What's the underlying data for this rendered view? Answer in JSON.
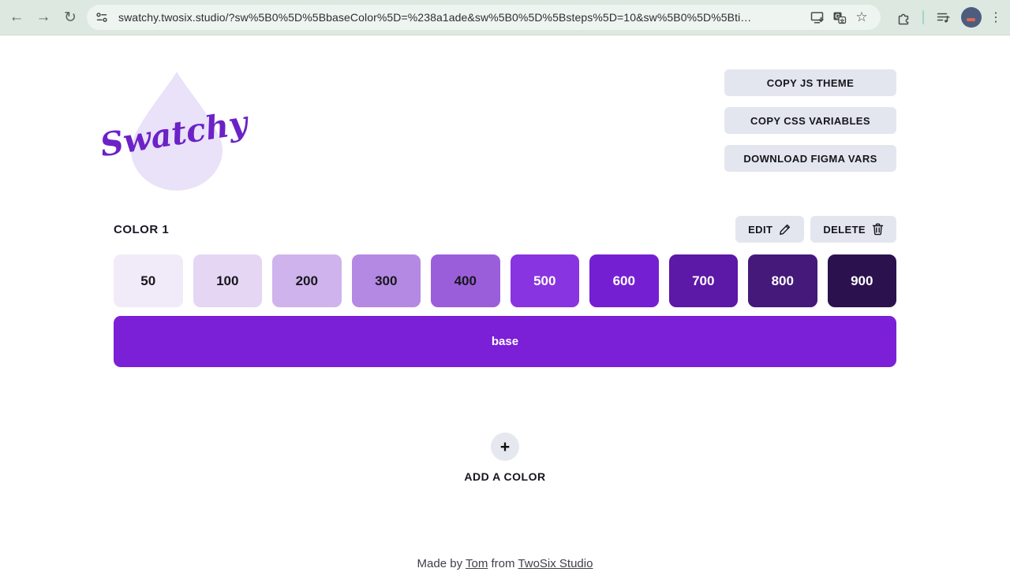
{
  "browser": {
    "url": "swatchy.twosix.studio/?sw%5B0%5D%5BbaseColor%5D=%238a1ade&sw%5B0%5D%5Bsteps%5D=10&sw%5B0%5D%5Bti…",
    "glyphs": {
      "back": "←",
      "forward": "→",
      "reload": "↻",
      "star": "☆",
      "menu": "⋮"
    },
    "icon_names": [
      "back-icon",
      "forward-icon",
      "reload-icon",
      "site-info-icon",
      "install-app-icon",
      "translate-icon",
      "bookmark-star-icon",
      "extensions-icon",
      "media-playlist-icon",
      "profile-avatar",
      "menu-dots-icon"
    ]
  },
  "header": {
    "logo_text": "Swatchy",
    "logo_colors": {
      "droplet": "#e9e2f8",
      "script": "#6c22c6"
    },
    "actions": [
      {
        "label": "COPY JS THEME"
      },
      {
        "label": "COPY CSS VARIABLES"
      },
      {
        "label": "DOWNLOAD FIGMA VARS"
      }
    ]
  },
  "palette": {
    "title": "COLOR 1",
    "edit_label": "EDIT",
    "delete_label": "DELETE",
    "swatches": [
      {
        "label": "50",
        "bg": "#f1ebf9",
        "fg": "#17171c"
      },
      {
        "label": "100",
        "bg": "#e5d6f4",
        "fg": "#17171c"
      },
      {
        "label": "200",
        "bg": "#cfb3ed",
        "fg": "#17171c"
      },
      {
        "label": "300",
        "bg": "#b489e4",
        "fg": "#17171c"
      },
      {
        "label": "400",
        "bg": "#9b5edb",
        "fg": "#17171c"
      },
      {
        "label": "500",
        "bg": "#8834e0",
        "fg": "#ffffff"
      },
      {
        "label": "600",
        "bg": "#7420d2",
        "fg": "#ffffff"
      },
      {
        "label": "700",
        "bg": "#5c18a6",
        "fg": "#ffffff"
      },
      {
        "label": "800",
        "bg": "#44197a",
        "fg": "#ffffff"
      },
      {
        "label": "900",
        "bg": "#2b124e",
        "fg": "#ffffff"
      }
    ],
    "base": {
      "label": "base",
      "bg": "#7b20d6",
      "fg": "#ffffff"
    },
    "base_color_hex_in_url": "#8a1ade",
    "steps_in_url": "10"
  },
  "add_color": {
    "plus_glyph": "+",
    "label": "ADD A COLOR"
  },
  "footer": {
    "made_by": "Made by ",
    "author": "Tom",
    "from": " from ",
    "studio": "TwoSix Studio"
  }
}
